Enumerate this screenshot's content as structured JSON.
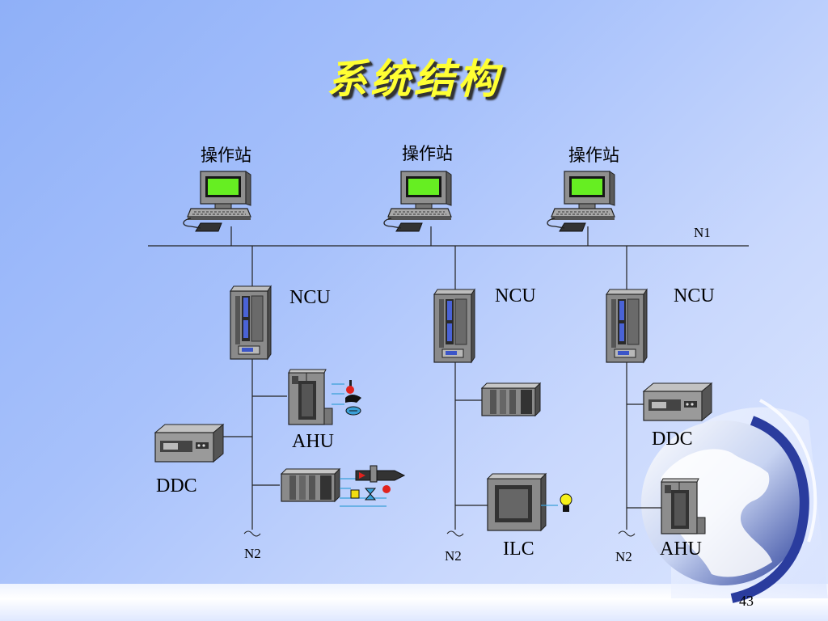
{
  "slide": {
    "title": "系统结构",
    "page_number": "43"
  },
  "diagram": {
    "workstation_label": "操作站",
    "n1_label": "N1",
    "n2_label": "N2",
    "ncu_label": "NCU",
    "ahu_label": "AHU",
    "ddc_label": "DDC",
    "ilc_label": "ILC"
  }
}
